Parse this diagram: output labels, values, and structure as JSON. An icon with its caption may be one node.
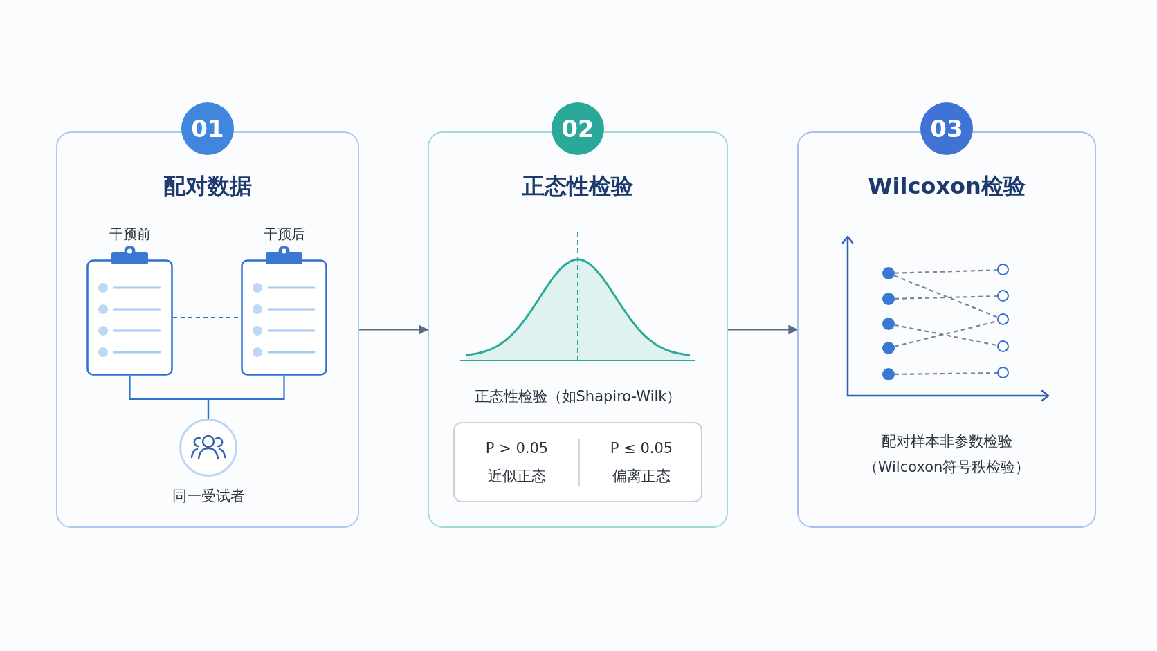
{
  "diagram": {
    "nodes": [
      {
        "text": [
          "01",
          "配对数据"
        ]
      },
      {
        "text": [
          "干预前"
        ],
        "in": 0
      },
      {
        "text": [
          "干预后"
        ],
        "in": 0
      },
      {
        "text": [],
        "shape": "circle",
        "beside": [
          "同一受试者"
        ],
        "in": 0
      },
      {
        "text": [
          "02",
          "正态性检验"
        ]
      },
      {
        "text": [
          "P > 0.05 近似正态",
          "P ≤ 0.05 偏离正态"
        ],
        "in": 4
      },
      {
        "text": [
          "03",
          "Wilcoxon检验"
        ]
      },
      {
        "text": [],
        "shape": "circle",
        "in": 6
      },
      {
        "text": [],
        "shape": "circle",
        "in": 6
      },
      {
        "text": [],
        "shape": "circle",
        "in": 6
      },
      {
        "text": [],
        "shape": "circle",
        "in": 6
      },
      {
        "text": [],
        "shape": "circle",
        "in": 6
      },
      {
        "text": [],
        "shape": "circle",
        "in": 6
      },
      {
        "text": [],
        "shape": "circle",
        "in": 6
      },
      {
        "text": [],
        "shape": "circle",
        "in": 6
      },
      {
        "text": [],
        "shape": "circle",
        "in": 6
      },
      {
        "text": [],
        "shape": "circle",
        "in": 6
      }
    ],
    "edges": [
      {
        "from": 1,
        "to": 2,
        "arrow": "none",
        "style": "dashed",
        "color": "#2f6fd0"
      },
      {
        "from": 1,
        "to": 3,
        "arrow": "none",
        "color": "#2f6fd0"
      },
      {
        "from": 2,
        "to": 3,
        "arrow": "none",
        "color": "#2f6fd0"
      },
      {
        "from": 0,
        "to": 4,
        "arrow": "to",
        "color": "#5a6b85"
      },
      {
        "from": 4,
        "to": 6,
        "arrow": "to",
        "color": "#5a6b85"
      },
      {
        "from": 7,
        "to": 12,
        "arrow": "none",
        "style": "dashed"
      },
      {
        "from": 7,
        "to": 14,
        "arrow": "none",
        "style": "dashed"
      },
      {
        "from": 8,
        "to": 13,
        "arrow": "none",
        "style": "dashed"
      },
      {
        "from": 9,
        "to": 15,
        "arrow": "none",
        "style": "dashed"
      },
      {
        "from": 10,
        "to": 14,
        "arrow": "none",
        "style": "dashed"
      },
      {
        "from": 11,
        "to": 16,
        "arrow": "none",
        "style": "dashed"
      }
    ],
    "labels": [
      "正态性检验（如Shapiro-Wilk）",
      "配对样本非参数检验（Wilcoxon符号秩检验）"
    ]
  }
}
